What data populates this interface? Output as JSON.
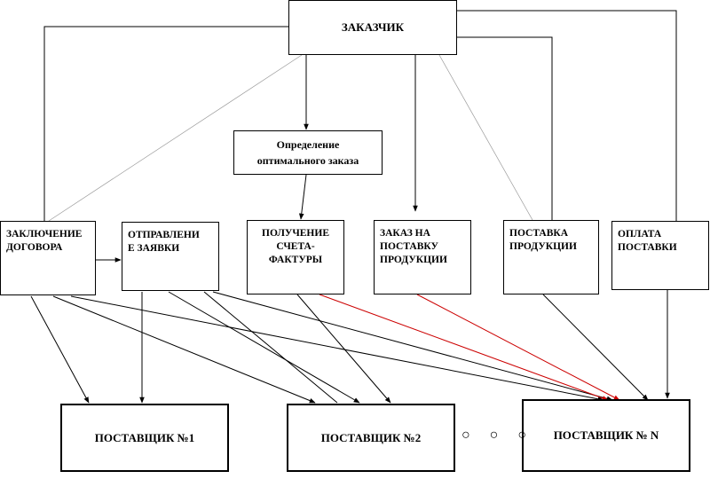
{
  "nodes": {
    "customer": "ЗАКАЗЧИК",
    "optimal": "Определение\nоптимального заказа",
    "contract": "ЗАКЛЮЧЕНИЕ\nДОГОВОРА",
    "request": "ОТПРАВЛЕНИ\nЕ ЗАЯВКИ",
    "invoice": "ПОЛУЧЕНИЕ\nСЧЕТА-\nФАКТУРЫ",
    "order": "ЗАКАЗ НА\nПОСТАВКУ\nПРОДУКЦИИ",
    "delivery": "ПОСТАВКА\nПРОДУКЦИИ",
    "payment": "ОПЛАТА\nПОСТАВКИ",
    "supplier1": "ПОСТАВЩИК №1",
    "supplier2": "ПОСТАВЩИК №2",
    "supplierN": "ПОСТАВЩИК № N"
  },
  "ellipsis": "○ ○ ○",
  "colors": {
    "line": "#000000",
    "highlight": "#cc0000"
  }
}
